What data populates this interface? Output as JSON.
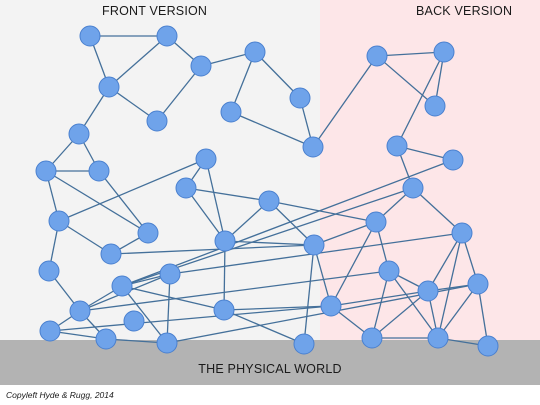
{
  "labels": {
    "front": "FRONT VERSION",
    "back": "BACK VERSION",
    "ground": "THE PHYSICAL WORLD",
    "copyright": "Copyleft Hyde & Rugg, 2014"
  },
  "colors": {
    "front_background": "#f3f3f3",
    "back_background": "#fde6e8",
    "ground": "#b3b3b3",
    "node_fill": "#6fa3ea",
    "node_stroke": "#4a80cf",
    "edge": "#44709a"
  },
  "diagram": {
    "nodes": [
      {
        "id": "n1"
      },
      {
        "id": "n2"
      },
      {
        "id": "n3"
      },
      {
        "id": "n4"
      },
      {
        "id": "n5"
      },
      {
        "id": "n6"
      },
      {
        "id": "n7"
      },
      {
        "id": "n8"
      },
      {
        "id": "n9"
      },
      {
        "id": "n10"
      },
      {
        "id": "n11"
      },
      {
        "id": "n12"
      },
      {
        "id": "n13"
      },
      {
        "id": "n14"
      },
      {
        "id": "n15"
      },
      {
        "id": "n16"
      },
      {
        "id": "n17"
      },
      {
        "id": "n18"
      },
      {
        "id": "n19"
      },
      {
        "id": "n20"
      },
      {
        "id": "n21"
      },
      {
        "id": "n22"
      },
      {
        "id": "n23"
      },
      {
        "id": "n24"
      },
      {
        "id": "n25"
      },
      {
        "id": "n26"
      },
      {
        "id": "n27"
      },
      {
        "id": "n28"
      },
      {
        "id": "n29"
      },
      {
        "id": "n30"
      },
      {
        "id": "n31"
      },
      {
        "id": "n32"
      },
      {
        "id": "n33"
      },
      {
        "id": "n34"
      },
      {
        "id": "n35"
      },
      {
        "id": "n36"
      },
      {
        "id": "n37"
      },
      {
        "id": "n38"
      },
      {
        "id": "n39"
      },
      {
        "id": "n40"
      },
      {
        "id": "n41"
      },
      {
        "id": "n42"
      },
      {
        "id": "n43"
      },
      {
        "id": "n44"
      },
      {
        "id": "n45"
      }
    ],
    "edges": [
      [
        "n1",
        "n2"
      ],
      [
        "n1",
        "n3"
      ],
      [
        "n2",
        "n3"
      ],
      [
        "n2",
        "n4"
      ],
      [
        "n3",
        "n6"
      ],
      [
        "n3",
        "n7"
      ],
      [
        "n4",
        "n5"
      ],
      [
        "n4",
        "n6"
      ],
      [
        "n5",
        "n8"
      ],
      [
        "n5",
        "n9"
      ],
      [
        "n8",
        "n10"
      ],
      [
        "n9",
        "n10"
      ],
      [
        "n10",
        "n11"
      ],
      [
        "n7",
        "n12"
      ],
      [
        "n7",
        "n13"
      ],
      [
        "n12",
        "n14"
      ],
      [
        "n12",
        "n16"
      ],
      [
        "n13",
        "n16"
      ],
      [
        "n14",
        "n15"
      ],
      [
        "n14",
        "n18"
      ],
      [
        "n15",
        "n17"
      ],
      [
        "n17",
        "n19"
      ],
      [
        "n17",
        "n20"
      ],
      [
        "n16",
        "n21"
      ],
      [
        "n19",
        "n20"
      ],
      [
        "n20",
        "n22"
      ],
      [
        "n21",
        "n22"
      ],
      [
        "n19",
        "n23"
      ],
      [
        "n22",
        "n23"
      ],
      [
        "n22",
        "n24"
      ],
      [
        "n11",
        "n25"
      ],
      [
        "n11",
        "n27"
      ],
      [
        "n25",
        "n27"
      ],
      [
        "n25",
        "n28"
      ],
      [
        "n28",
        "n29"
      ],
      [
        "n28",
        "n30"
      ],
      [
        "n29",
        "n31"
      ],
      [
        "n30",
        "n31"
      ],
      [
        "n31",
        "n32"
      ],
      [
        "n31",
        "n34"
      ],
      [
        "n32",
        "n33"
      ],
      [
        "n32",
        "n36"
      ],
      [
        "n33",
        "n35"
      ],
      [
        "n34",
        "n37"
      ],
      [
        "n35",
        "n38"
      ],
      [
        "n36",
        "n38"
      ],
      [
        "n37",
        "n38"
      ],
      [
        "n37",
        "n39"
      ],
      [
        "n38",
        "n40"
      ],
      [
        "n38",
        "n41"
      ],
      [
        "n35",
        "n42"
      ],
      [
        "n36",
        "n42"
      ],
      [
        "n39",
        "n43"
      ],
      [
        "n40",
        "n42"
      ],
      [
        "n41",
        "n44"
      ],
      [
        "n42",
        "n45"
      ],
      [
        "n33",
        "n39"
      ],
      [
        "n43",
        "n44"
      ]
    ]
  }
}
